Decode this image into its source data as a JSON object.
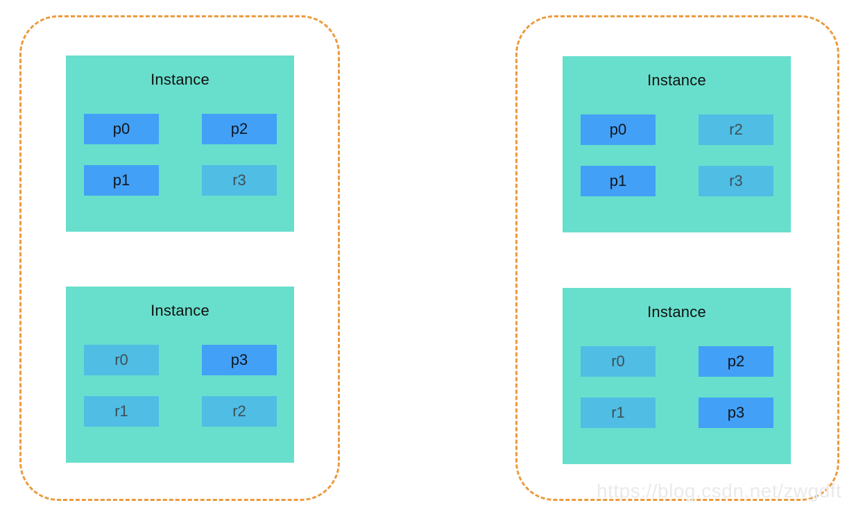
{
  "diagram": {
    "type": "cluster-shard-allocation",
    "watermark": "https://blog.csdn.net/zwgdft",
    "colors": {
      "group_border": "#EC9A3C",
      "instance_bg": "#68DFCC",
      "primary_shard": "#42A0F7",
      "replica_shard": "#4FBDE4",
      "primary_label": "#10161C",
      "replica_label": "#3E4F57",
      "title_text": "#111111",
      "watermark_text": "#EAEAEA",
      "page_bg": "#FFFFFF"
    },
    "groups": [
      {
        "id": "group-left",
        "instances": [
          {
            "title": "Instance",
            "shards": [
              {
                "label": "p0",
                "kind": "primary",
                "col": 0,
                "row": 0
              },
              {
                "label": "p2",
                "kind": "primary",
                "col": 1,
                "row": 0
              },
              {
                "label": "p1",
                "kind": "primary",
                "col": 0,
                "row": 1
              },
              {
                "label": "r3",
                "kind": "replica",
                "col": 1,
                "row": 1
              }
            ]
          },
          {
            "title": "Instance",
            "shards": [
              {
                "label": "r0",
                "kind": "replica",
                "col": 0,
                "row": 0
              },
              {
                "label": "p3",
                "kind": "primary",
                "col": 1,
                "row": 0
              },
              {
                "label": "r1",
                "kind": "replica",
                "col": 0,
                "row": 1
              },
              {
                "label": "r2",
                "kind": "replica",
                "col": 1,
                "row": 1
              }
            ]
          }
        ]
      },
      {
        "id": "group-right",
        "instances": [
          {
            "title": "Instance",
            "shards": [
              {
                "label": "p0",
                "kind": "primary",
                "col": 0,
                "row": 0
              },
              {
                "label": "r2",
                "kind": "replica",
                "col": 1,
                "row": 0
              },
              {
                "label": "p1",
                "kind": "primary",
                "col": 0,
                "row": 1
              },
              {
                "label": "r3",
                "kind": "replica",
                "col": 1,
                "row": 1
              }
            ]
          },
          {
            "title": "Instance",
            "shards": [
              {
                "label": "r0",
                "kind": "replica",
                "col": 0,
                "row": 0
              },
              {
                "label": "p2",
                "kind": "primary",
                "col": 1,
                "row": 0
              },
              {
                "label": "r1",
                "kind": "replica",
                "col": 0,
                "row": 1
              },
              {
                "label": "p3",
                "kind": "primary",
                "col": 1,
                "row": 1
              }
            ]
          }
        ]
      }
    ]
  }
}
